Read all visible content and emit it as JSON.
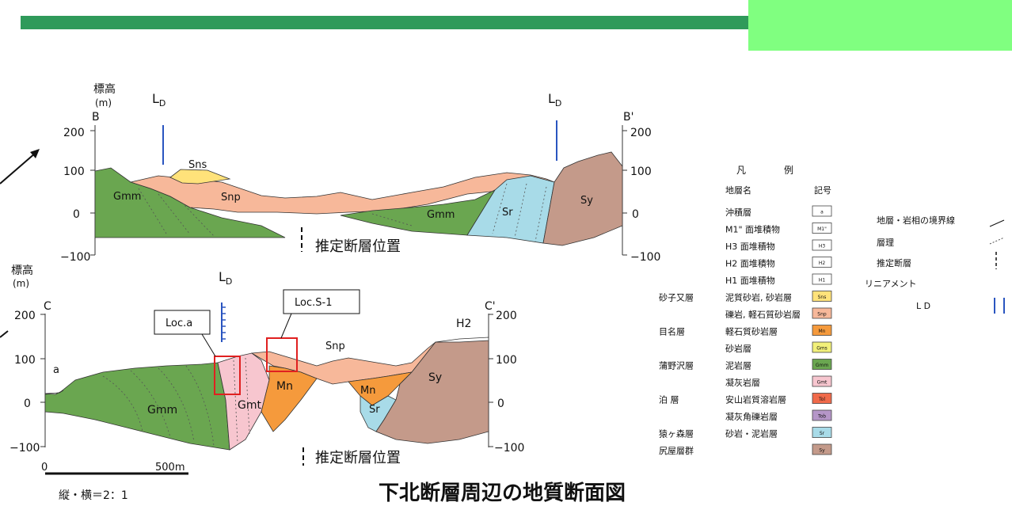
{
  "header": {
    "accent_bar_color": "#2f9a5a",
    "box_color": "#80ff80"
  },
  "title": "下北断層周辺の地質断面図",
  "section_b": {
    "elev_label": "標高",
    "unit": "(m)",
    "left_end": "B",
    "right_end": "B'",
    "ticks": [
      "200",
      "100",
      "0",
      "−100"
    ],
    "ld_label": "L",
    "ld_sub": "D",
    "units": [
      "Sns",
      "Snp",
      "Gmm",
      "Gmm",
      "Sr",
      "Sy"
    ],
    "fault_note": "推定断層位置"
  },
  "section_c": {
    "elev_label": "標高",
    "unit": "(m)",
    "left_end": "C",
    "right_end": "C'",
    "ticks": [
      "200",
      "100",
      "0",
      "−100"
    ],
    "ld_label": "L",
    "ld_sub": "D",
    "units": [
      "a",
      "Gmm",
      "Gmt",
      "Mn",
      "Snp",
      "Mn",
      "Sr",
      "Sy",
      "H2"
    ],
    "loc_a": "Loc.a",
    "loc_s1": "Loc.S-1",
    "fault_note": "推定断層位置",
    "scale_zero": "0",
    "scale_500": "500m",
    "ratio": "縦・横＝2：1"
  },
  "legend": {
    "title_a": "凡",
    "title_b": "例",
    "col_name": "地層名",
    "col_symbol": "記号",
    "rows": [
      {
        "group": "",
        "name": "沖積層",
        "symbol": "a",
        "color": "#ffffff"
      },
      {
        "group": "",
        "name": "M1\" 面堆積物",
        "symbol": "M1\"",
        "color": "#ffffff"
      },
      {
        "group": "",
        "name": "H3 面堆積物",
        "symbol": "H3",
        "color": "#ffffff"
      },
      {
        "group": "",
        "name": "H2 面堆積物",
        "symbol": "H2",
        "color": "#ffffff"
      },
      {
        "group": "",
        "name": "H1 面堆積物",
        "symbol": "H1",
        "color": "#ffffff"
      },
      {
        "group": "砂子又層",
        "name": "泥質砂岩, 砂岩層",
        "symbol": "Sns",
        "color": "#ffe27a"
      },
      {
        "group": "",
        "name": "礫岩, 軽石質砂岩層",
        "symbol": "Snp",
        "color": "#f7b89a"
      },
      {
        "group": "目名層",
        "name": "軽石質砂岩層",
        "symbol": "Mn",
        "color": "#f59a3c"
      },
      {
        "group": "",
        "name": "砂岩層",
        "symbol": "Gms",
        "color": "#f2f07a"
      },
      {
        "group": "蒲野沢層",
        "name": "泥岩層",
        "symbol": "Gmm",
        "color": "#6aa650"
      },
      {
        "group": "",
        "name": "凝灰岩層",
        "symbol": "Gmt",
        "color": "#f7c6cf"
      },
      {
        "group": "泊 層",
        "name": "安山岩質溶岩層",
        "symbol": "Tol",
        "color": "#f06a4a"
      },
      {
        "group": "",
        "name": "凝灰角礫岩層",
        "symbol": "Tob",
        "color": "#b596c8"
      },
      {
        "group": "猿ヶ森層",
        "name": "砂岩・泥岩層",
        "symbol": "Sr",
        "color": "#a8dbe8"
      },
      {
        "group": "尻屋層群",
        "name": "",
        "symbol": "Sy",
        "color": "#c49a8a"
      }
    ],
    "lines": [
      "地層・岩相の境界線",
      "層理",
      "推定断層",
      "リニアメント",
      "L D"
    ]
  }
}
